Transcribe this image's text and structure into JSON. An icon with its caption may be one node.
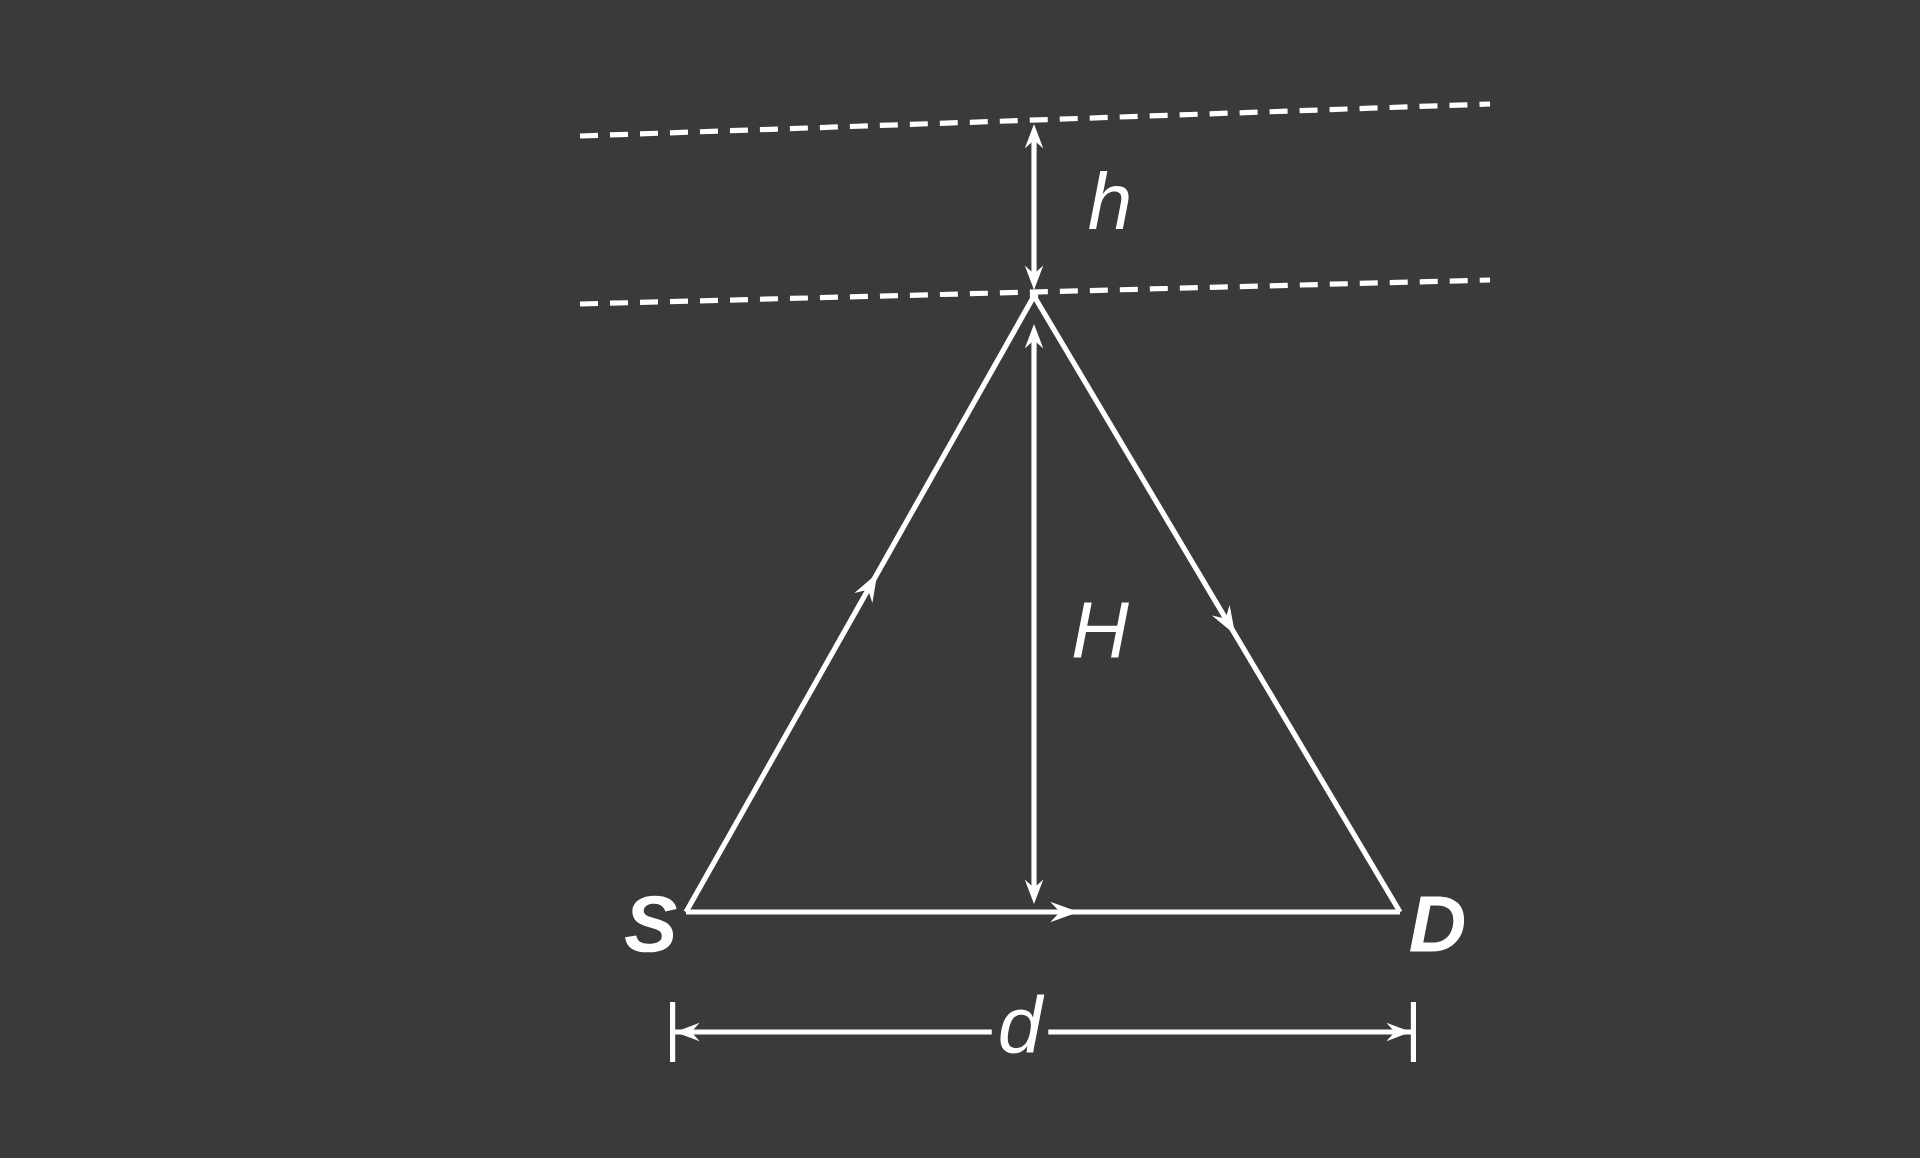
{
  "diagram": {
    "nodes": [
      {
        "text": [
          "S"
        ]
      },
      {
        "text": [],
        "shape": "point"
      },
      {
        "text": [
          "D"
        ]
      }
    ],
    "edges": [
      {
        "from": 0,
        "to": 1,
        "arrow": "to"
      },
      {
        "from": 1,
        "to": 2,
        "arrow": "to"
      },
      {
        "from": 0,
        "to": 2,
        "arrow": "to"
      }
    ],
    "labels": [
      "h",
      "H",
      "d"
    ]
  }
}
